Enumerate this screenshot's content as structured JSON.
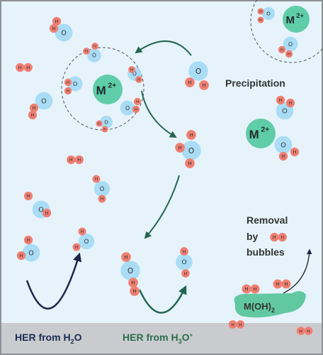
{
  "colors": {
    "background": "#e6f3fb",
    "border": "#8d9196",
    "electrode": "#c9cbce",
    "oxygen": "#a9dcf5",
    "hydrogen": "#f07f72",
    "metal": "#5fcda8",
    "hydroxide": "#62c8a2",
    "arrow_green": "#23664f",
    "arrow_navy": "#1b2648",
    "label_navy": "#1c2a56",
    "label_green": "#2a6e4e"
  },
  "atom_labels": {
    "oxygen": "O",
    "hydrogen": "H"
  },
  "metal_ion": {
    "base": "M",
    "charge": "2+"
  },
  "labels": {
    "precipitation": "Precipitation",
    "removal_line1": "Removal",
    "removal_line2": "by",
    "removal_line3": "bubbles",
    "hydroxide_base": "M(OH)",
    "hydroxide_sub": "2",
    "her_h2o_base": "HER from H",
    "her_h2o_sub": "2",
    "her_h2o_tail": "O",
    "her_h3o_base": "HER from H",
    "her_h3o_sub": "3",
    "her_h3o_tail": "O",
    "her_h3o_sup": "+"
  }
}
